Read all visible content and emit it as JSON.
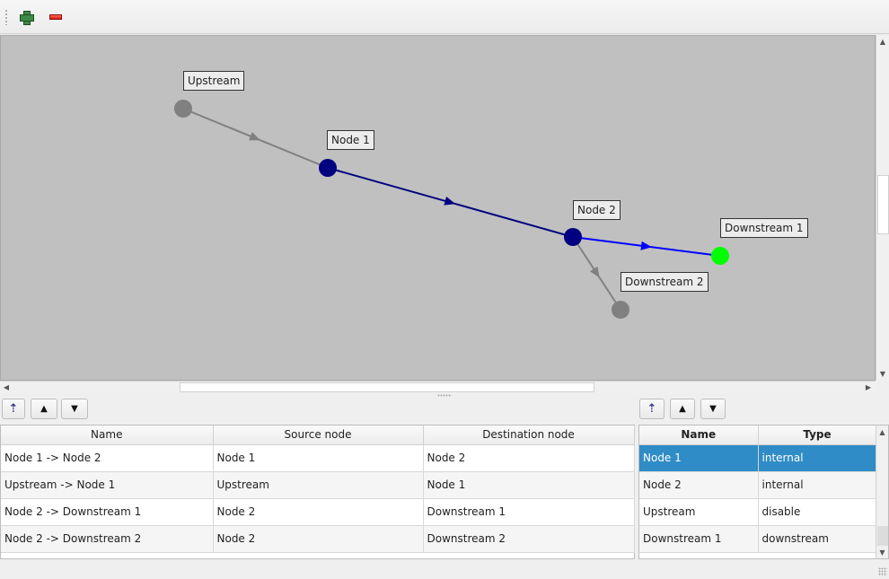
{
  "toolbar": {
    "add_icon": "plus-icon",
    "remove_icon": "minus-icon"
  },
  "graph": {
    "nodes": [
      {
        "id": "up",
        "label": "Upstream",
        "color": "#808080"
      },
      {
        "id": "n1",
        "label": "Node 1",
        "color": "#000080"
      },
      {
        "id": "n2",
        "label": "Node 2",
        "color": "#000080"
      },
      {
        "id": "d1",
        "label": "Downstream 1",
        "color": "#00ff00"
      },
      {
        "id": "d2",
        "label": "Downstream 2",
        "color": "#808080"
      }
    ],
    "edges": [
      {
        "from": "up",
        "to": "n1",
        "color": "#808080"
      },
      {
        "from": "n1",
        "to": "n2",
        "color": "#000080"
      },
      {
        "from": "n2",
        "to": "d1",
        "color": "#0000ff"
      },
      {
        "from": "n2",
        "to": "d2",
        "color": "#808080"
      }
    ]
  },
  "links_table": {
    "columns": [
      "Name",
      "Source node",
      "Destination node"
    ],
    "rows": [
      [
        "Node 1 -> Node 2",
        "Node 1",
        "Node 2"
      ],
      [
        "Upstream -> Node 1",
        "Upstream",
        "Node 1"
      ],
      [
        "Node 2 -> Downstream 1",
        "Node 2",
        "Downstream 1"
      ],
      [
        "Node 2 -> Downstream 2",
        "Node 2",
        "Downstream 2"
      ]
    ]
  },
  "nodes_table": {
    "columns": [
      "Name",
      "Type"
    ],
    "rows": [
      [
        "Node 1",
        "internal"
      ],
      [
        "Node 2",
        "internal"
      ],
      [
        "Upstream",
        "disable"
      ],
      [
        "Downstream 1",
        "downstream"
      ]
    ],
    "selected_row": 0,
    "selection_color": "#308cc6"
  }
}
